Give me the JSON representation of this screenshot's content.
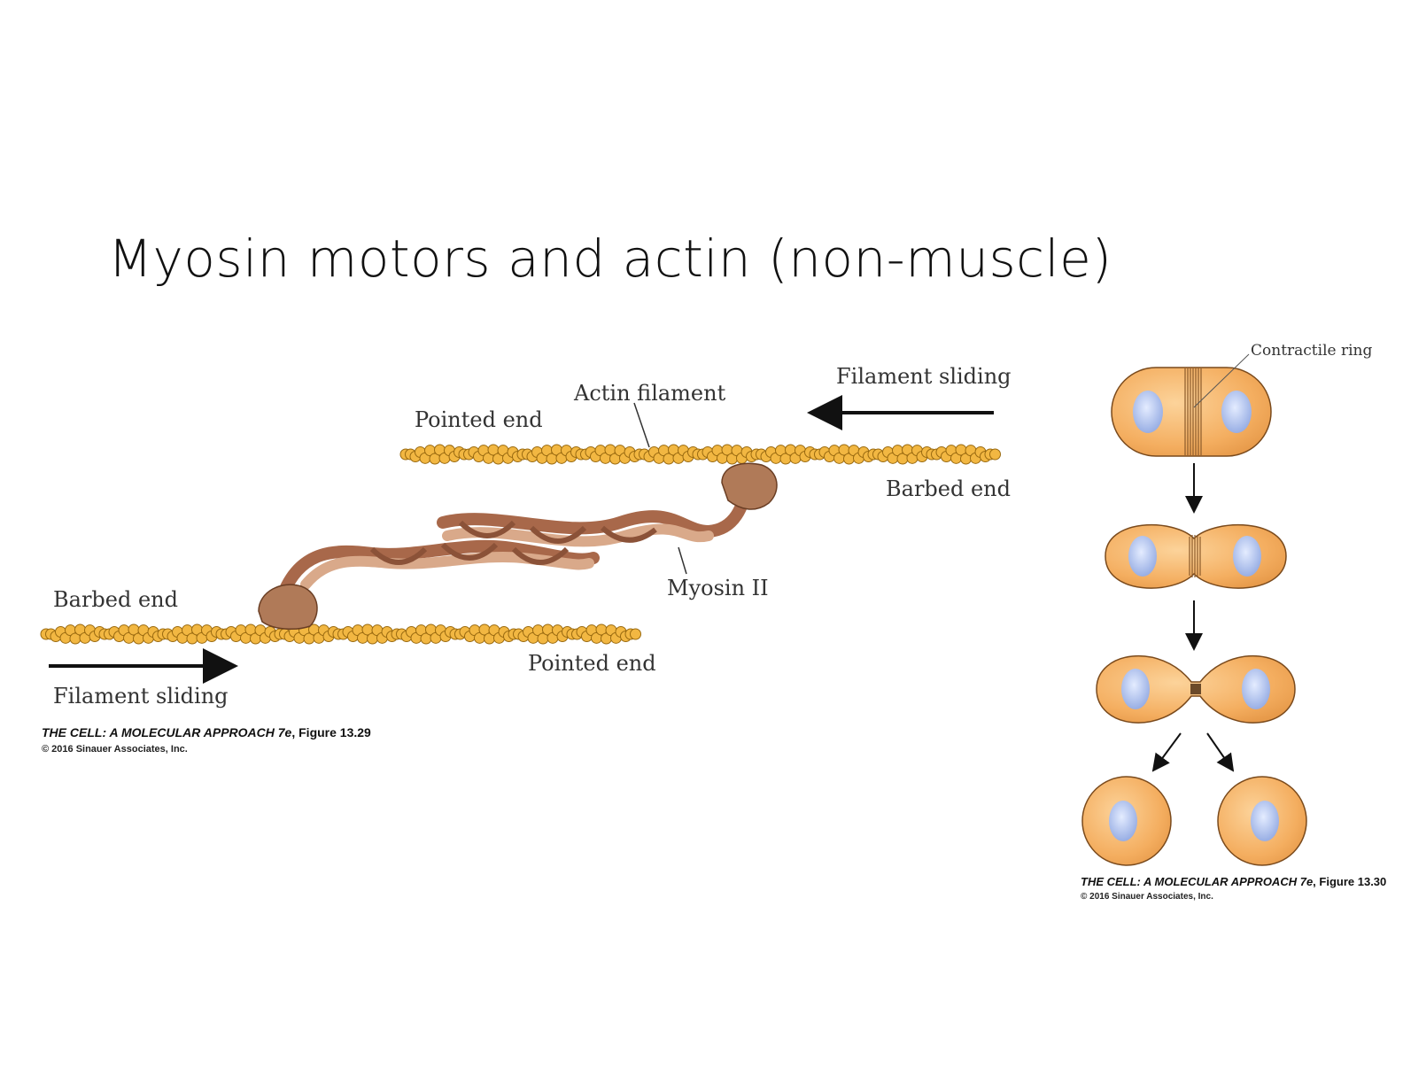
{
  "slide": {
    "title": "Myosin motors and actin (non-muscle)"
  },
  "figure_left": {
    "labels": {
      "actin_filament": "Actin filament",
      "pointed_end_top": "Pointed end",
      "filament_sliding_top": "Filament sliding",
      "barbed_end_top": "Barbed end",
      "myosin": "Myosin II",
      "barbed_end_bottom": "Barbed end",
      "pointed_end_bottom": "Pointed end",
      "filament_sliding_bottom": "Filament sliding"
    },
    "caption": {
      "book": "THE CELL: A MOLECULAR APPROACH 7e",
      "figure": ", Figure 13.29",
      "copyright": "© 2016 Sinauer Associates, Inc."
    }
  },
  "figure_right": {
    "labels": {
      "contractile_ring": "Contractile ring"
    },
    "caption": {
      "book": "THE CELL: A MOLECULAR APPROACH 7e",
      "figure": ", Figure 13.30",
      "copyright": "© 2016 Sinauer Associates, Inc."
    }
  },
  "colors": {
    "actin_fill": "#f2b742",
    "actin_stroke": "#9a6a10",
    "myosin_dark": "#a8684a",
    "myosin_light": "#d9a98a",
    "cell_fill": "#f6b46a",
    "cell_stroke": "#7a4a1c",
    "nucleus_fill": "#a9b9e8",
    "arrow": "#111111"
  }
}
